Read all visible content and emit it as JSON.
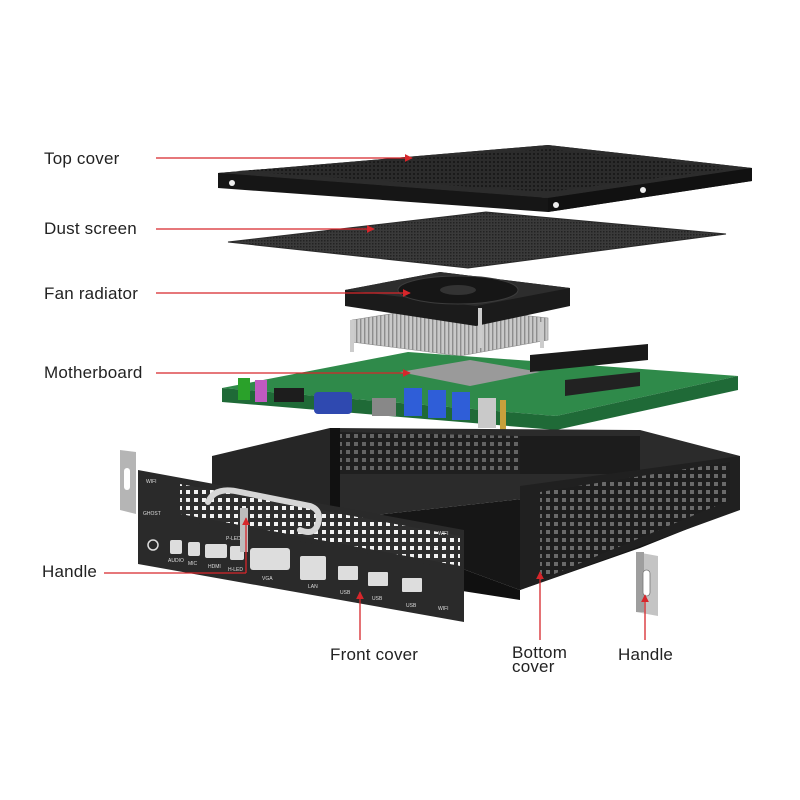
{
  "colors": {
    "arrow": "#d7262b",
    "metal": "#2a2a2a",
    "pcb": "#2f8a4a",
    "text": "#222222"
  },
  "labels": {
    "top_cover": "Top cover",
    "dust_screen": "Dust screen",
    "fan_radiator": "Fan radiator",
    "motherboard": "Motherboard",
    "handle_left": "Handle",
    "front_cover": "Front cover",
    "bottom_cover_line1": "Bottom",
    "bottom_cover_line2": "cover",
    "handle_right": "Handle"
  },
  "panel_labels": {
    "wifi_left": "WIFI",
    "ghost": "GHOST",
    "audio": "AUDIO",
    "mic": "MIC",
    "hdmi": "HDMI",
    "p_led": "P-LED",
    "h_led": "H-LED",
    "vga": "VGA",
    "lan": "LAN",
    "usb1": "USB",
    "usb2": "USB",
    "usb3": "USB",
    "wifi_right_top": "WIFI",
    "wifi_right_bottom": "WIFI"
  }
}
